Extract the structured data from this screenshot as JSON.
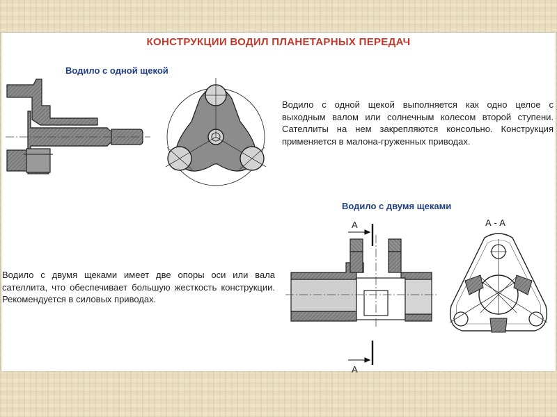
{
  "title": "КОНСТРУКЦИИ  ВОДИЛ  ПЛАНЕТАРНЫХ  ПЕРЕДАЧ",
  "section_one": {
    "heading": "Водило с одной щекой",
    "text": "Водило с одной щекой  выполняется  как  одно целое с выходным валом или солнечным колесом второй ступени.  Сателлиты на нем закрепляются консольно. Конструкция применяется в малона-груженных приводах."
  },
  "section_two": {
    "heading": "Водило с двумя щеками",
    "text": "Водило с двумя щеками имеет две опоры оси или вала сателлита, что обеспечивает большую жесткость конструкции. Рекомендуется в силовых приводах.",
    "section_mark": "А",
    "section_title": "А - А"
  },
  "colors": {
    "title": "#c2382b",
    "heading": "#1f3e84",
    "fill": "#8a8a8a",
    "light_fill": "#c8c8c8"
  }
}
